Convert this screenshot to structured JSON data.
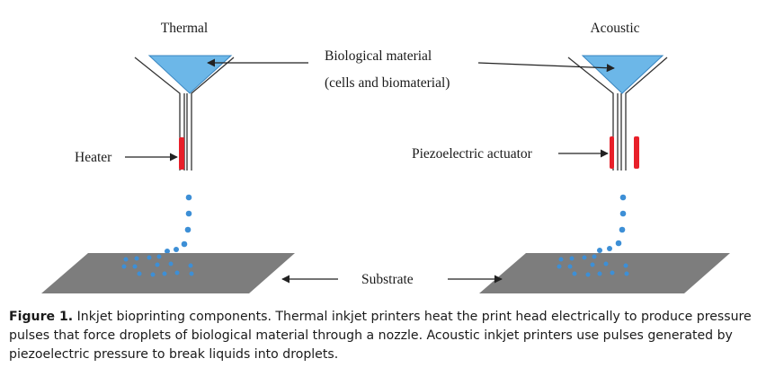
{
  "labels": {
    "thermal": "Thermal",
    "acoustic": "Acoustic",
    "biological_line1": "Biological material",
    "biological_line2": "(cells and biomaterial)",
    "heater": "Heater",
    "piezo": "Piezoelectric actuator",
    "substrate": "Substrate"
  },
  "caption": {
    "label": "Figure 1.",
    "text": " Inkjet bioprinting components. Thermal inkjet printers heat the print head electrically to produce pressure pulses that force droplets of biological material through a nozzle. Acoustic inkjet printers use pulses generated by piezoelectric pressure to break liquids into droplets."
  },
  "colors": {
    "reservoir_fill": "#6cb7e8",
    "reservoir_stroke": "#3a86c0",
    "droplet": "#3d8fd6",
    "actuator": "#e8202a",
    "substrate_fill": "#7d7d7d",
    "line": "#333333"
  }
}
